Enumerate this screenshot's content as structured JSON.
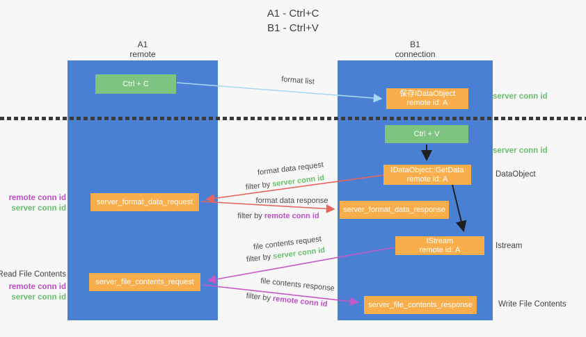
{
  "title": {
    "line1": "A1 - Ctrl+C",
    "line2": "B1 - Ctrl+V"
  },
  "lanes": {
    "a1": {
      "name": "A1",
      "subtitle": "remote"
    },
    "b1": {
      "name": "B1",
      "subtitle": "connection"
    }
  },
  "nodes": {
    "ctrl_c": {
      "label": "Ctrl + C"
    },
    "save_idataobject": {
      "line1": "保存IDataObject",
      "line2": "remote id: A"
    },
    "ctrl_v": {
      "label": "Ctrl + V"
    },
    "getdata": {
      "line1": "IDataObject::GetData",
      "line2": "remote id: A"
    },
    "format_request": {
      "label": "server_format_data_request"
    },
    "format_response": {
      "label": "server_format_data_response"
    },
    "istream": {
      "line1": "IStream",
      "line2": "remote id: A"
    },
    "file_request": {
      "label": "server_file_contents_request"
    },
    "file_response": {
      "label": "server_file_contents_response"
    }
  },
  "arrow_labels": {
    "format_list": "format list",
    "format_data_request": "format data request",
    "filter_server_1": {
      "prefix": "filter by ",
      "highlight": "server conn id"
    },
    "format_data_response": "format data response",
    "filter_remote_1": {
      "prefix": "filter by ",
      "highlight": "remote conn id"
    },
    "file_contents_request": "file contents request",
    "filter_server_2": {
      "prefix": "filter by ",
      "highlight": "server conn id"
    },
    "file_contents_response": "file contents response",
    "filter_remote_2": {
      "prefix": "filter by ",
      "highlight": "remote conn id"
    }
  },
  "side_labels": {
    "server_conn_id_top": "server conn id",
    "server_conn_id_mid": "server conn id",
    "dataobject": "DataObject",
    "istream": "Istream",
    "write_file_contents": "Write File Contents",
    "read_file_contents": "Read File Contents",
    "left_group1": {
      "remote": "remote conn id",
      "server": "server conn id"
    },
    "left_group2": {
      "remote": "remote conn id",
      "server": "server conn id"
    }
  },
  "colors": {
    "lane_blue": "#4a80d4",
    "node_green": "#7cc47f",
    "node_orange": "#f9ae4b",
    "arrow_lightblue": "#a7d9f2",
    "arrow_red": "#e8655c",
    "arrow_magenta": "#c657c6",
    "arrow_black": "#1f1f1f",
    "label_green": "#6abf6e",
    "label_magenta": "#bb4fc4",
    "text_dark": "#3f3f3f"
  }
}
